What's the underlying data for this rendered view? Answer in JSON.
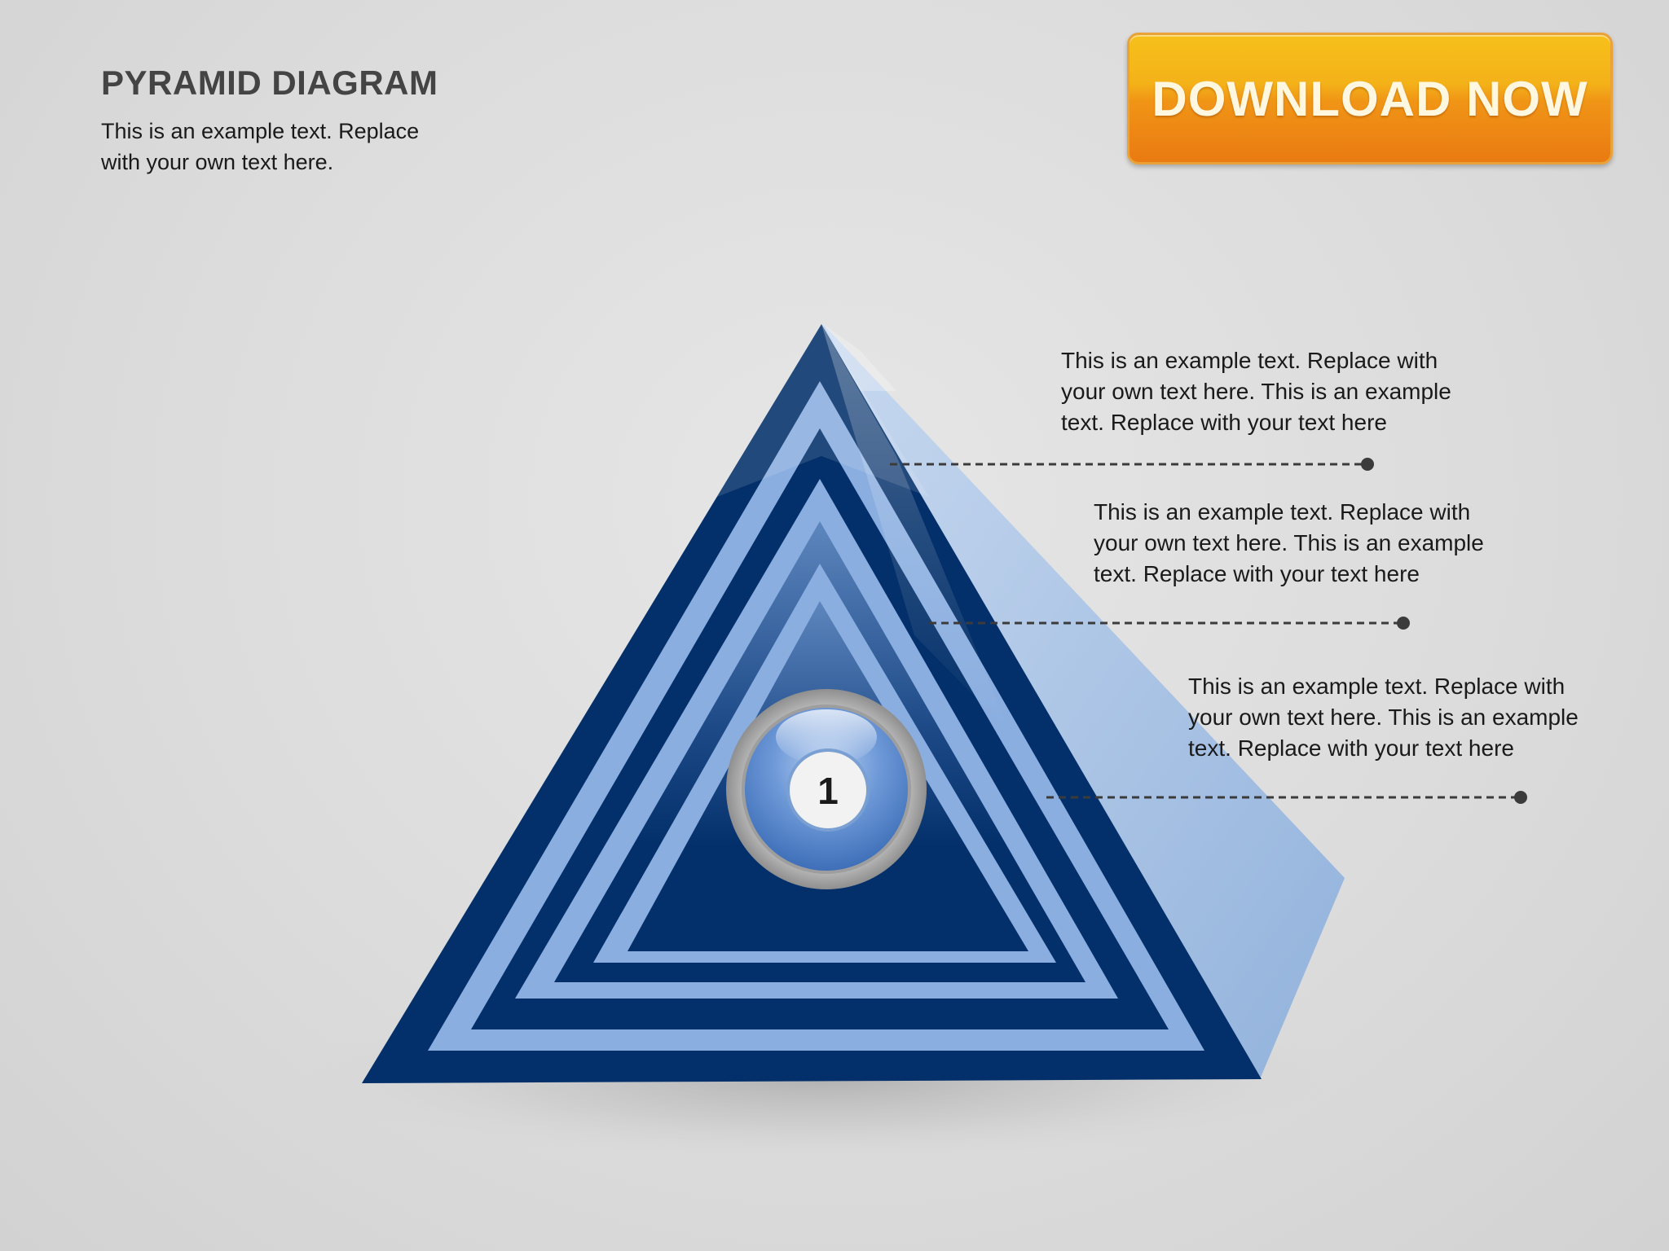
{
  "header": {
    "title": "PYRAMID DIAGRAM",
    "subtitle": "This is an example text. Replace with your own text here."
  },
  "download_button": {
    "label": "DOWNLOAD NOW",
    "color_top": "#f6c01a",
    "color_bottom": "#ea7a12"
  },
  "pyramid": {
    "level_badge": "1",
    "front_color": "#03306a",
    "band_color": "#8aaee0",
    "side_color": "#a8c2e6"
  },
  "callouts": [
    {
      "text": "This is an example text. Replace with your own text here. This is an example text. Replace with your text here"
    },
    {
      "text": "This is an example text. Replace with your own text here. This is an example text. Replace with your text here"
    },
    {
      "text": "This is an example text. Replace with your own text here. This is an example text. Replace with your text here"
    }
  ]
}
